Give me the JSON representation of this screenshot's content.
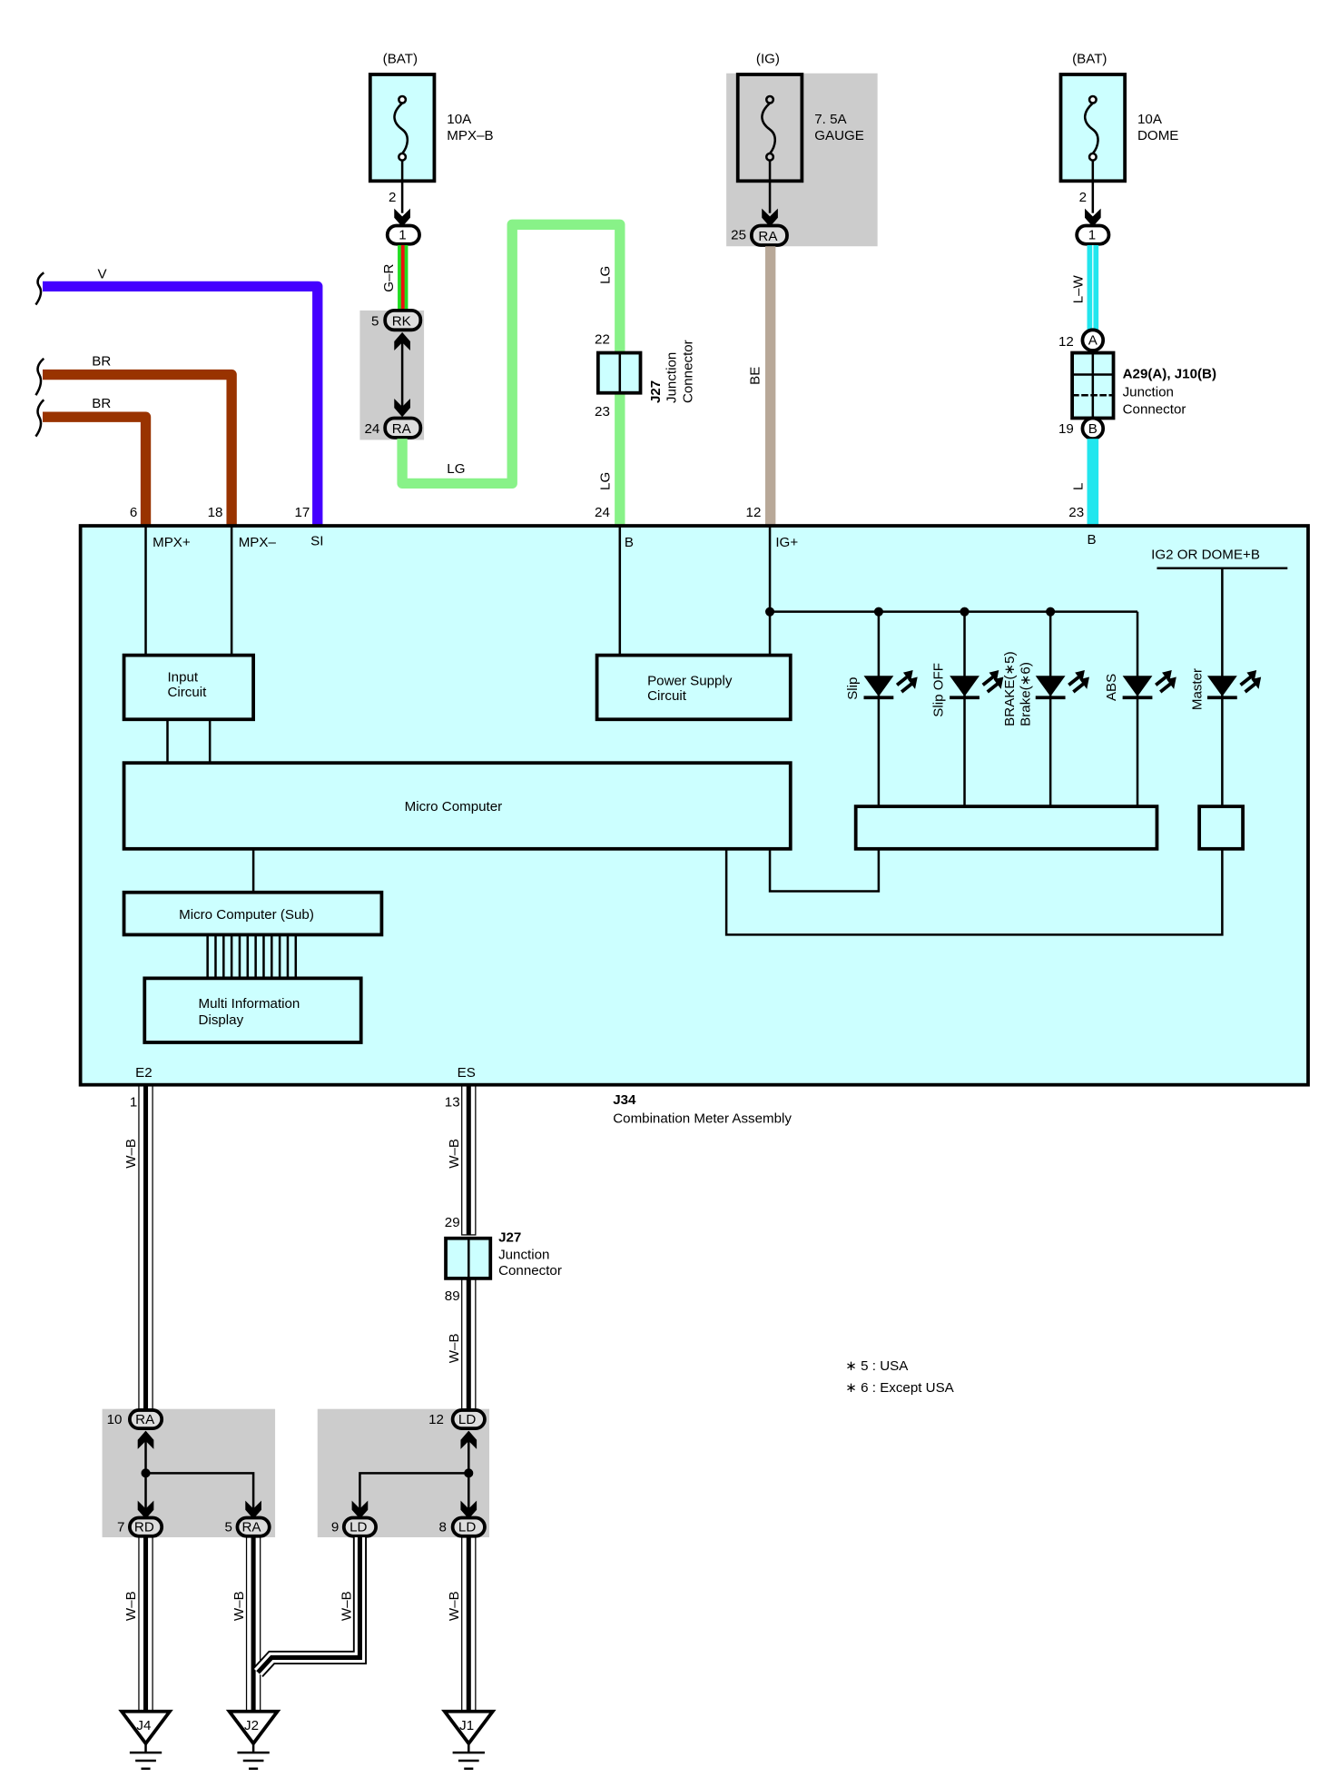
{
  "colors": {
    "box_fill": "#ccffff",
    "shade": "#cccccc",
    "wire_violet": "#4400ff",
    "wire_brown": "#993300",
    "wire_light_green": "#88f288",
    "wire_green": "#22dd22",
    "wire_red": "#ee1111",
    "wire_beige": "#b8a898",
    "wire_blue": "#22e6ee"
  },
  "fuses": [
    {
      "source": "(BAT)",
      "rating": "10A",
      "name": "MPX–B",
      "pin": "2",
      "connector_pin": "1"
    },
    {
      "source": "(IG)",
      "rating": "7. 5A",
      "name": "GAUGE",
      "connector_pin": "25",
      "connector_code": "RA"
    },
    {
      "source": "(BAT)",
      "rating": "10A",
      "name": "DOME",
      "pin": "2",
      "connector_pin": "1"
    }
  ],
  "wires": {
    "v": "V",
    "br1": "BR",
    "br2": "BR",
    "gr": "G–R",
    "lg_h": "LG",
    "lg_top": "LG",
    "lg_bottom": "LG",
    "be": "BE",
    "lw": "L–W",
    "l": "L",
    "wb": "W–B"
  },
  "connectors": {
    "rk": {
      "pin": "5",
      "code": "RK"
    },
    "ra24": {
      "pin": "24",
      "code": "RA"
    },
    "j27_top": {
      "id": "J27",
      "line1": "Junction",
      "line2": "Connector",
      "pin_in": "22",
      "pin_out": "23"
    },
    "a29": {
      "pin_a": "12",
      "code_a": "A",
      "pin_b": "19",
      "code_b": "B",
      "id": "A29(A), J10(B)",
      "line1": "Junction",
      "line2": "Connector"
    },
    "j27_bottom": {
      "id": "J27",
      "line1": "Junction",
      "line2": "Connector",
      "pin_in": "29",
      "pin_out": "89"
    }
  },
  "meter": {
    "id": "J34",
    "name": "Combination Meter Assembly",
    "pins": [
      {
        "num": "6",
        "label": "MPX+"
      },
      {
        "num": "18",
        "label": "MPX–"
      },
      {
        "num": "17",
        "label": "SI"
      },
      {
        "num": "24",
        "label": "B"
      },
      {
        "num": "12",
        "label": "IG+"
      },
      {
        "num": "23",
        "label": "B"
      }
    ],
    "supply_label": "IG2 OR DOME+B",
    "blocks": {
      "input": [
        "Input",
        "Circuit"
      ],
      "power": [
        "Power Supply",
        "Circuit"
      ],
      "micro": "Micro Computer",
      "micro_sub": "Micro Computer (Sub)",
      "mid": [
        "Multi Information",
        "Display"
      ]
    },
    "indicators": [
      "Slip",
      "Slip OFF",
      "BRAKE(∗5)",
      "Brake(∗6)",
      "ABS",
      "Master"
    ],
    "ground_pins": [
      {
        "num": "1",
        "label": "E2"
      },
      {
        "num": "13",
        "label": "ES"
      }
    ]
  },
  "splices": {
    "left": {
      "top_pin": "10",
      "top_code": "RA",
      "out1_pin": "7",
      "out1_code": "RD",
      "out2_pin": "5",
      "out2_code": "RA"
    },
    "right": {
      "top_pin": "12",
      "top_code": "LD",
      "out1_pin": "9",
      "out1_code": "LD",
      "out2_pin": "8",
      "out2_code": "LD"
    }
  },
  "grounds": [
    "J4",
    "J2",
    "J1"
  ],
  "notes": [
    "∗ 5 : USA",
    "∗ 6 : Except USA"
  ]
}
